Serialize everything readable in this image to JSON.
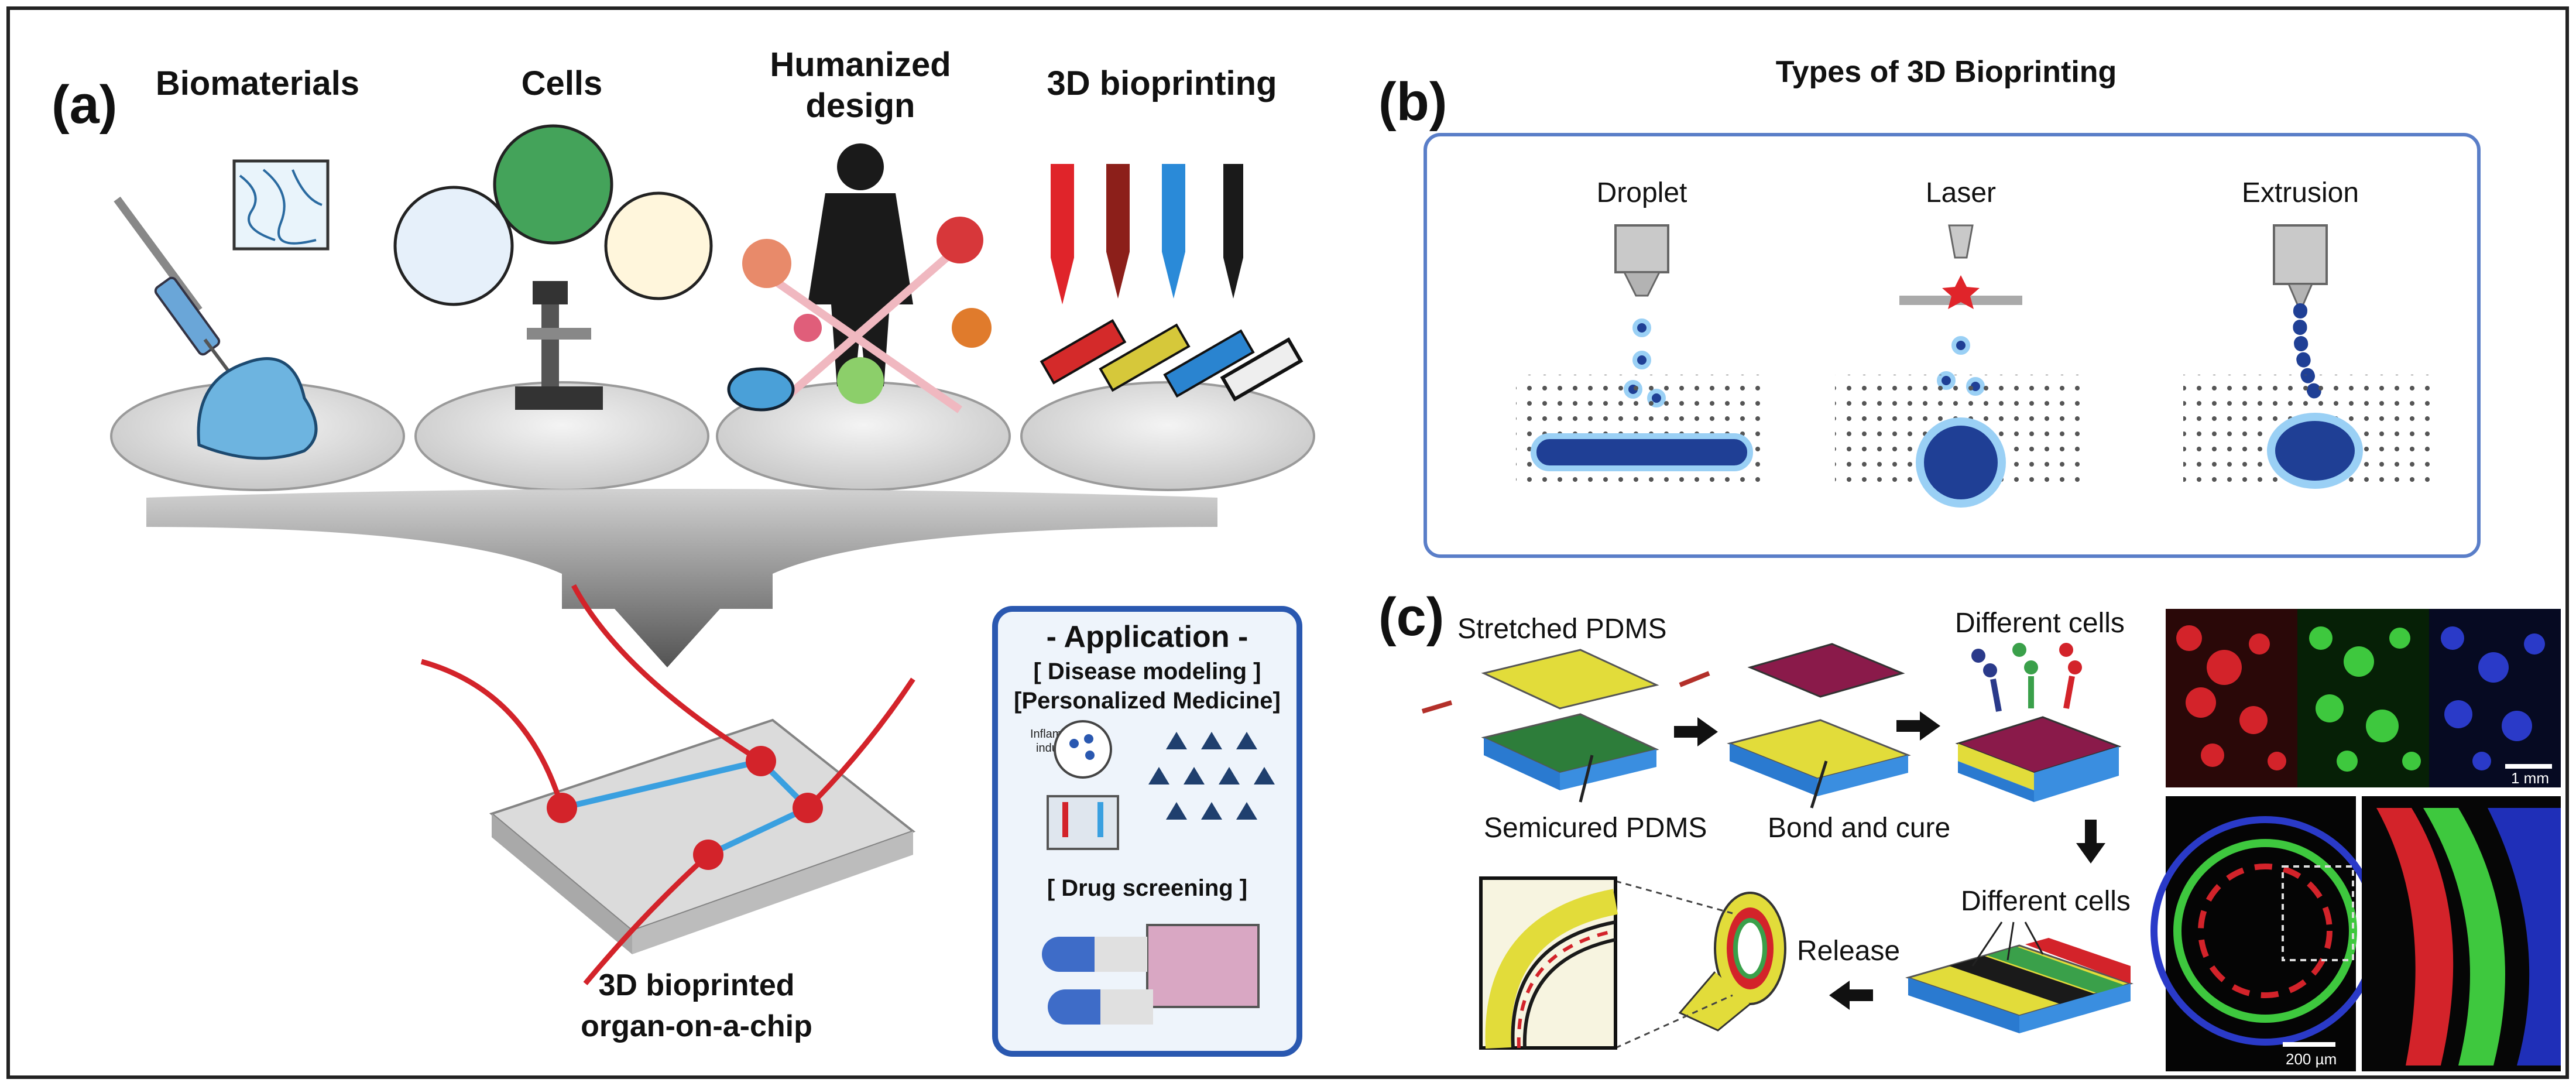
{
  "panel_a": {
    "label": "(a)",
    "categories": {
      "biomaterials": "Biomaterials",
      "cells": "Cells",
      "humanized_line1": "Humanized",
      "humanized_line2": "design",
      "bioprinting": "3D bioprinting"
    },
    "chip_line1": "3D bioprinted",
    "chip_line2": "organ-on-a-chip",
    "application": {
      "title": "- Application -",
      "line1": "[ Disease modeling ]",
      "line2": "[Personalized Medicine]",
      "inflammation_line1": "Inflammation",
      "inflammation_line2": "induced",
      "drug": "[ Drug screening ]"
    }
  },
  "panel_b": {
    "label": "(b)",
    "title": "Types of 3D Bioprinting",
    "types": [
      "Droplet",
      "Laser",
      "Extrusion"
    ]
  },
  "panel_c": {
    "label": "(c)",
    "stretched": "Stretched PDMS",
    "semicured": "Semicured PDMS",
    "bond": "Bond and cure",
    "diff_cells_1": "Different cells",
    "diff_cells_2": "Different cells",
    "release": "Release",
    "scale_1": "1 mm",
    "scale_2": "200 µm"
  }
}
